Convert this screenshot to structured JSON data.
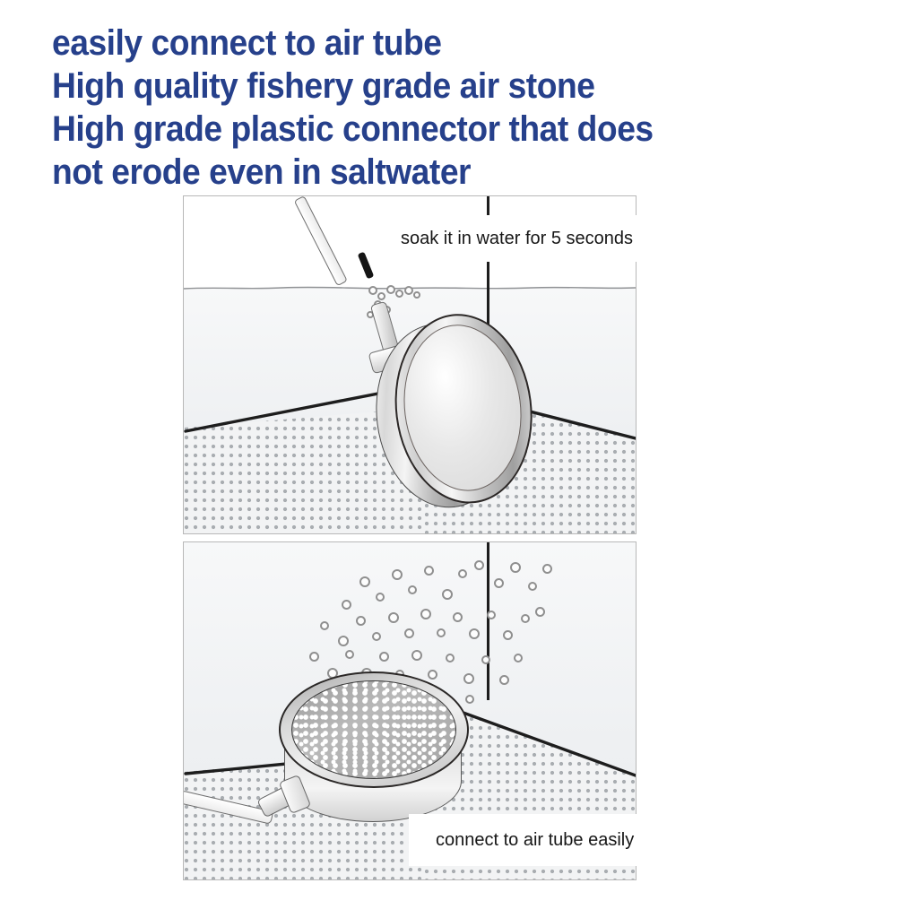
{
  "headline": {
    "lines": [
      "easily connect to air tube",
      "High quality fishery grade air stone",
      "High grade plastic connector that does",
      "not erode even in saltwater"
    ],
    "color": "#26408b"
  },
  "panels": [
    {
      "id": "panel-soak",
      "name": "air-stone-soaking-illustration",
      "caption": "soak it in water for 5 seconds",
      "scene": {
        "water_label": "aquarium water",
        "substrate_label": "gravel substrate",
        "objects": [
          "air tube",
          "plastic connector",
          "air stone disc"
        ]
      }
    },
    {
      "id": "panel-bubbles",
      "name": "air-stone-bubbling-illustration",
      "caption": "connect to air tube easily",
      "scene": {
        "water_label": "aquarium water",
        "substrate_label": "gravel substrate",
        "objects": [
          "air tube",
          "plastic connector",
          "air stone disc",
          "rising bubbles"
        ]
      }
    }
  ],
  "colors": {
    "headline_blue": "#26408b",
    "caption_text": "#161616",
    "caption_background": "#ffffff",
    "panel_border": "#b8b8b8",
    "gravel_dot": "#a9adb1",
    "outline_dark": "#1d1d1d",
    "page_background": "#ffffff"
  }
}
